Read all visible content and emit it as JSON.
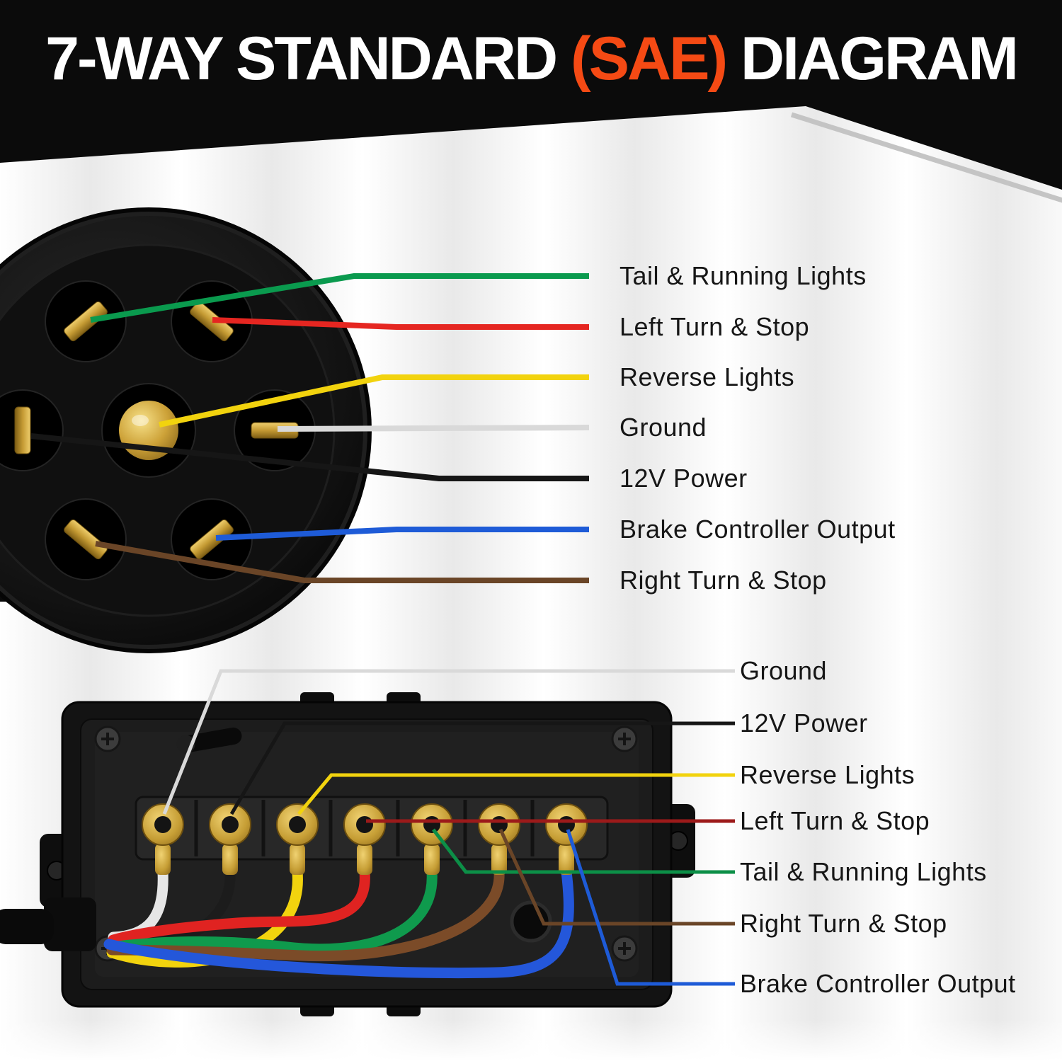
{
  "title": {
    "prefix": "7-WAY STANDARD ",
    "highlight": "(SAE)",
    "suffix": " DIAGRAM"
  },
  "connector": {
    "labels": [
      {
        "label": "Tail & Running Lights",
        "color": "#0a9a4e"
      },
      {
        "label": "Left Turn & Stop",
        "color": "#e52621"
      },
      {
        "label": "Reverse Lights",
        "color": "#f2d30e"
      },
      {
        "label": "Ground",
        "color": "#d9d9d9"
      },
      {
        "label": "12V Power",
        "color": "#161616"
      },
      {
        "label": "Brake Controller Output",
        "color": "#1e5bd7"
      },
      {
        "label": "Right Turn & Stop",
        "color": "#6a4527"
      }
    ]
  },
  "junction_box": {
    "labels": [
      {
        "label": "Ground",
        "color": "#d9d9d9"
      },
      {
        "label": "12V Power",
        "color": "#161616"
      },
      {
        "label": "Reverse Lights",
        "color": "#f2d30e"
      },
      {
        "label": "Left Turn & Stop",
        "color": "#9c1a1a"
      },
      {
        "label": "Tail & Running Lights",
        "color": "#0c8f47"
      },
      {
        "label": "Right Turn & Stop",
        "color": "#6a4527"
      },
      {
        "label": "Brake Controller Output",
        "color": "#1e5bd7"
      }
    ],
    "wire_colors": [
      "#e6e6e6",
      "#1c1c1c",
      "#f2d30e",
      "#e02321",
      "#0f9a4d",
      "#7b4b28",
      "#2457da"
    ]
  }
}
